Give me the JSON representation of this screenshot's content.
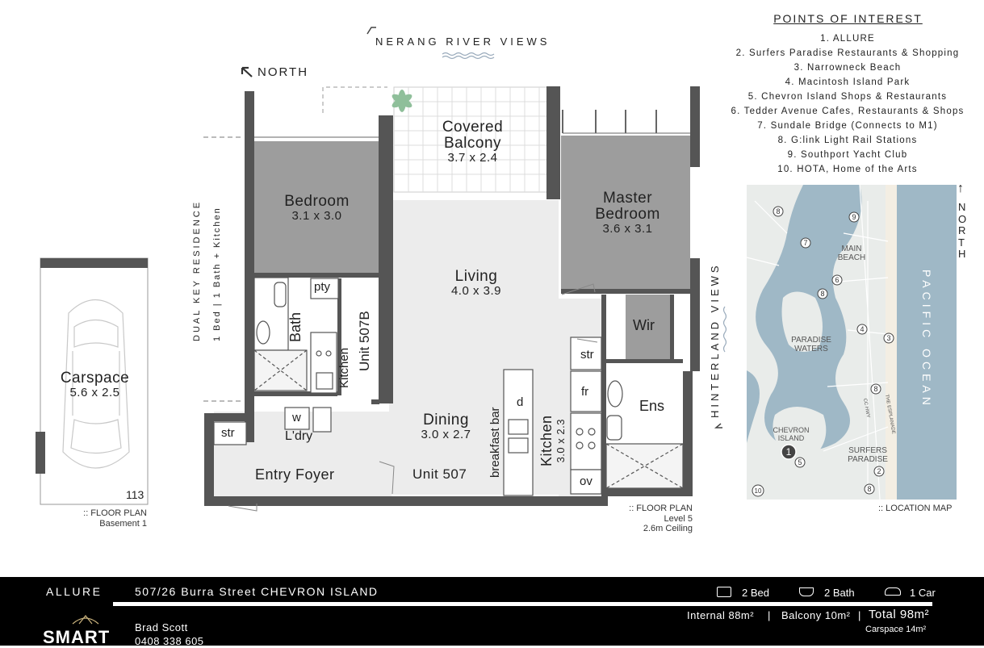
{
  "views": {
    "top": "NERANG RIVER VIEWS",
    "side": "HINTERLAND VIEWS",
    "north_label": "NORTH"
  },
  "residence": {
    "type": "DUAL KEY RESIDENCE",
    "detail": "1 Bed  |  1 Bath + Kitchen"
  },
  "rooms": {
    "balcony": {
      "name": "Covered\nBalcony",
      "dim": "3.7 x 2.4"
    },
    "bedroom": {
      "name": "Bedroom",
      "dim": "3.1 x 3.0"
    },
    "master": {
      "name": "Master\nBedroom",
      "dim": "3.6 x 3.1"
    },
    "living": {
      "name": "Living",
      "dim": "4.0 x 3.9"
    },
    "dining": {
      "name": "Dining",
      "dim": "3.0 x 2.7"
    },
    "kitchen": {
      "name": "Kitchen",
      "dim": "3.0 x 2.3"
    },
    "carspace": {
      "name": "Carspace",
      "dim": "5.6 x 2.5",
      "number": "113"
    },
    "entry": "Entry Foyer",
    "unit507": "Unit 507",
    "unit507b": "Unit 507B",
    "bath": "Bath",
    "kitchen_b": "Kitchen",
    "laundry": "L'dry",
    "wir": "Wir",
    "ens": "Ens",
    "breakfast": "breakfast bar",
    "pty": "pty",
    "str1": "str",
    "str2": "str",
    "w": "w",
    "d": "d",
    "fr": "fr",
    "ov": "ov"
  },
  "captions": {
    "basement": ":: FLOOR PLAN\nBasement 1",
    "floorplan": ":: FLOOR PLAN\nLevel 5\n2.6m Ceiling",
    "location": ":: LOCATION MAP"
  },
  "poi": {
    "title": "POINTS OF INTEREST",
    "items": [
      "1. ALLURE",
      "2. Surfers Paradise Restaurants & Shopping",
      "3. Narrowneck Beach",
      "4. Macintosh Island Park",
      "5. Chevron Island Shops & Restaurants",
      "6. Tedder Avenue Cafes, Restaurants & Shops",
      "7. Sundale Bridge (Connects to M1)",
      "8. G:link Light Rail Stations",
      "9. Southport Yacht Club",
      "10. HOTA, Home of the Arts"
    ]
  },
  "map": {
    "north": "NORTH",
    "ocean": "PACIFIC OCEAN",
    "labels": [
      "MAIN\nBEACH",
      "PARADISE\nWATERS",
      "CHEVRON\nISLAND",
      "SURFERS\nPARADISE",
      "CC HWY",
      "THE ESPLANADE"
    ],
    "markers": [
      "1",
      "2",
      "3",
      "4",
      "5",
      "6",
      "7",
      "8",
      "8",
      "8",
      "8",
      "9",
      "10"
    ]
  },
  "footer": {
    "brand": "ALLURE",
    "address": "507/26 Burra Street CHEVRON ISLAND",
    "beds": "2 Bed",
    "baths": "2 Bath",
    "cars": "1 Car",
    "internal": "Internal 88m²",
    "balcony": "Balcony 10m²",
    "total": "Total 98m²",
    "carspace": "Carspace 14m²",
    "agent_name": "Brad Scott",
    "agent_phone": "0408 338 605",
    "logo": "SMART"
  },
  "colors": {
    "wall": "#555555",
    "room_dark": "#9e9e9e",
    "room_light": "#ededed",
    "map_water": "#9fb8c6",
    "footer_bg": "#000000"
  }
}
